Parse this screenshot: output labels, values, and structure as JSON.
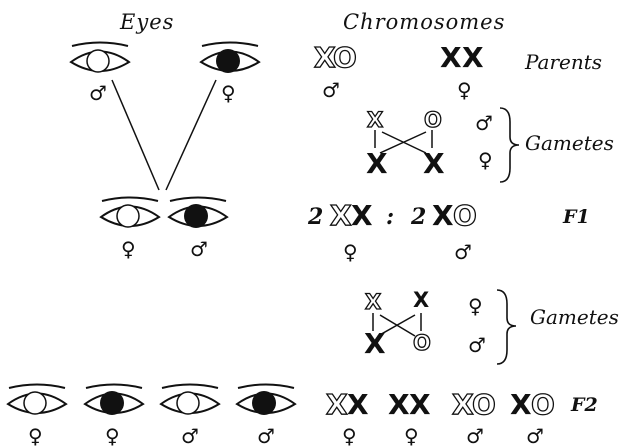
{
  "headers": {
    "eyes": "Eyes",
    "chromosomes": "Chromosomes"
  },
  "labels": {
    "parents": "Parents",
    "gametes_1": "Gametes",
    "f1": "F1",
    "gametes_2": "Gametes",
    "f2": "F2"
  },
  "symbols": {
    "male": "♂",
    "female": "♀"
  },
  "chromosomes": {
    "x": "X",
    "o": "O",
    "colon": ":",
    "coef_1": "2",
    "coef_2": "2"
  },
  "eye_colors": {
    "white_eye": "#ffffff",
    "red_eye": "#111111",
    "ink": "#111111"
  }
}
